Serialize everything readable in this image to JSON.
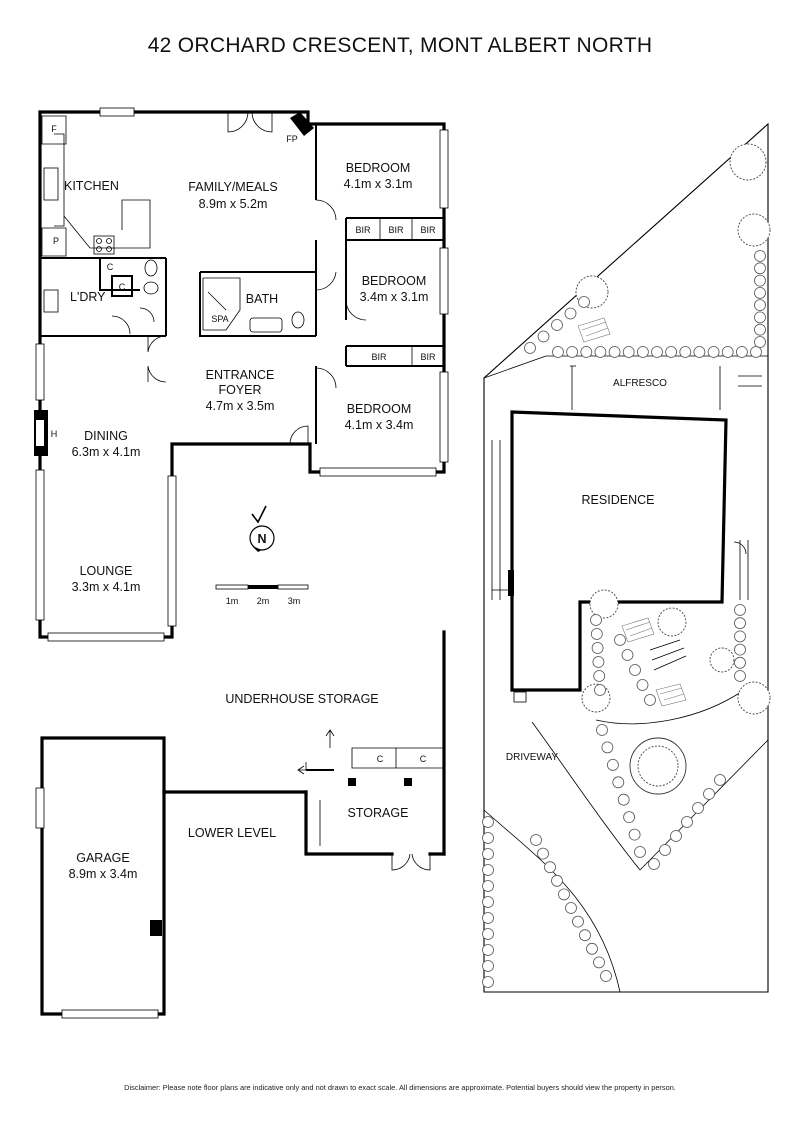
{
  "title": "42 ORCHARD CRESCENT, MONT ALBERT NORTH",
  "rooms": {
    "kitchen": {
      "name": "KITCHEN"
    },
    "family_meals": {
      "name": "FAMILY/MEALS",
      "size": "8.9m x 5.2m"
    },
    "bedroom1": {
      "name": "BEDROOM",
      "size": "4.1m x 3.1m"
    },
    "bedroom2": {
      "name": "BEDROOM",
      "size": "3.4m x 3.1m"
    },
    "bedroom3": {
      "name": "BEDROOM",
      "size": "4.1m x 3.4m"
    },
    "laundry": {
      "name": "L'DRY"
    },
    "bath": {
      "name": "BATH"
    },
    "entrance_foyer": {
      "name_line1": "ENTRANCE",
      "name_line2": "FOYER",
      "size": "4.7m x 3.5m"
    },
    "dining": {
      "name": "DINING",
      "size": "6.3m x 4.1m"
    },
    "lounge": {
      "name": "LOUNGE",
      "size": "3.3m x 4.1m"
    },
    "garage": {
      "name": "GARAGE",
      "size": "8.9m x 3.4m"
    },
    "storage": {
      "name": "STORAGE"
    }
  },
  "fixtures": {
    "fridge": "F",
    "pantry": "P",
    "fireplace": "FP",
    "spa": "SPA",
    "heater": "H",
    "cupboard": "C",
    "built_in_robe": "BIR"
  },
  "labels": {
    "underhouse_storage": "UNDERHOUSE STORAGE",
    "lower_level": "LOWER LEVEL",
    "alfresco": "ALFRESCO",
    "residence": "RESIDENCE",
    "driveway": "DRIVEWAY"
  },
  "compass": {
    "letter": "N"
  },
  "scale_bar": {
    "ticks": [
      "1m",
      "2m",
      "3m"
    ]
  },
  "disclaimer": "Disclaimer: Please note floor plans are indicative only and not drawn to exact scale. All dimensions are approximate. Potential buyers should view the property in person.",
  "colors": {
    "lines": "#000000",
    "background": "#ffffff"
  }
}
